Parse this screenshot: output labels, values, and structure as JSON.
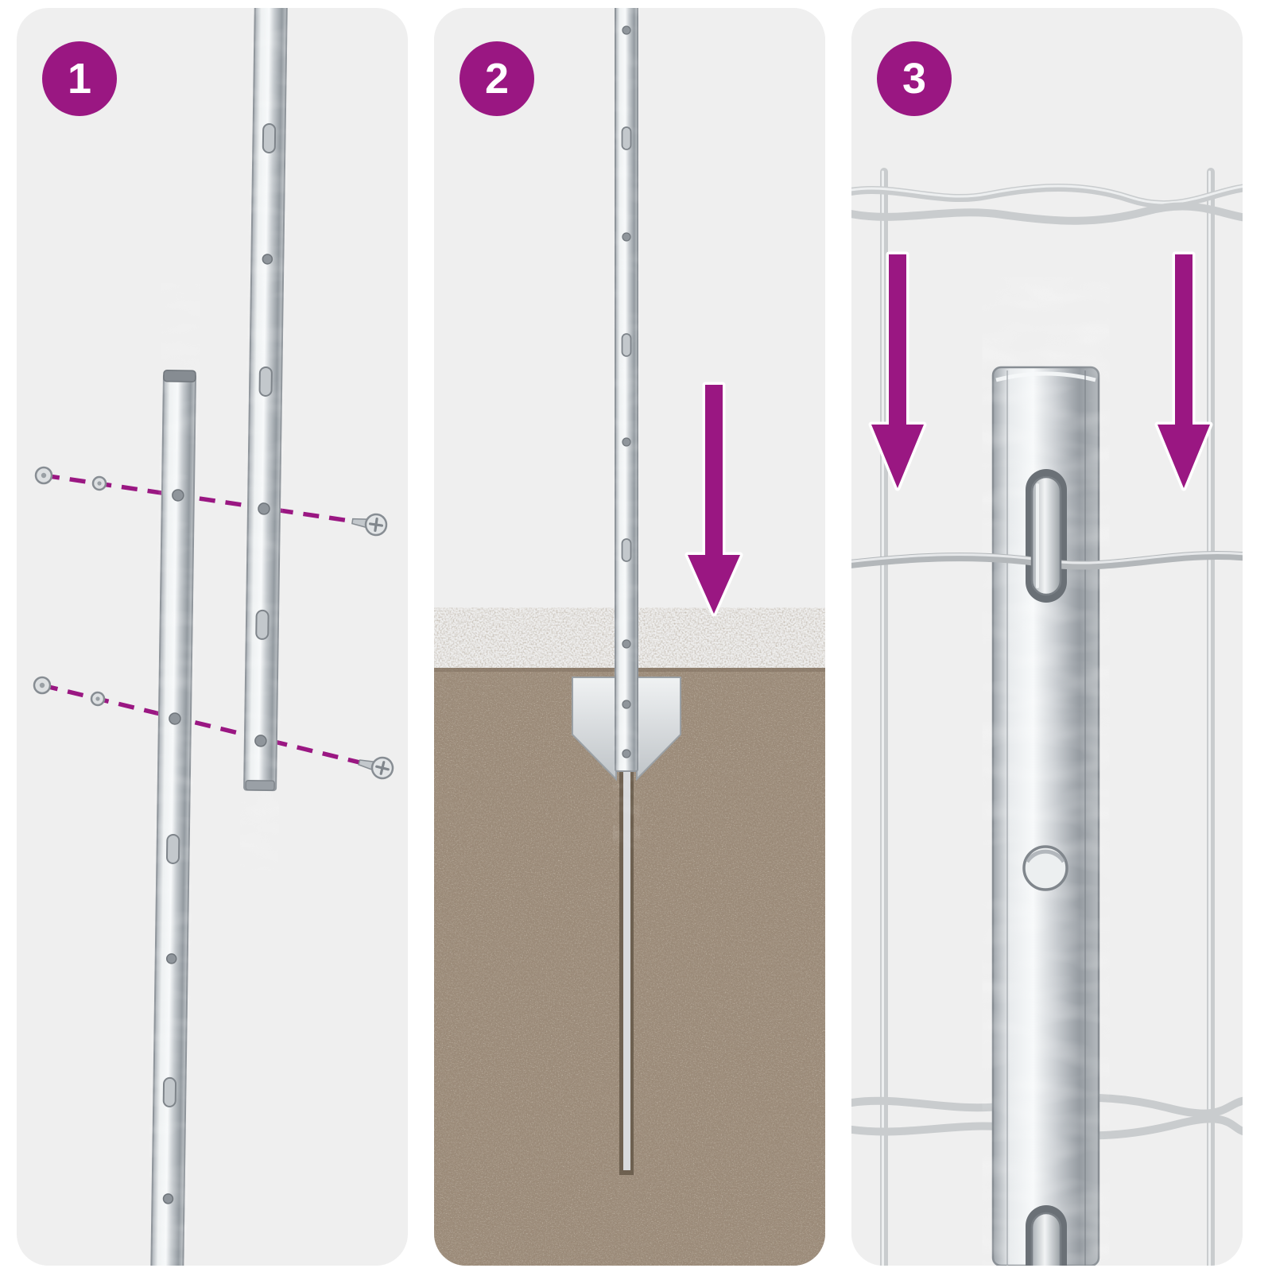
{
  "document": {
    "type": "assembly-instruction-diagram",
    "subject": "metal-fence-post-installation"
  },
  "steps": [
    {
      "number": "1",
      "illustration": "bolt-two-post-sections-together-with-screws"
    },
    {
      "number": "2",
      "illustration": "drive-post-with-anchor-plate-into-ground"
    },
    {
      "number": "3",
      "illustration": "hook-wire-mesh-fence-onto-post-tabs"
    }
  ],
  "icons": [
    "screw-icon",
    "dashed-alignment-line",
    "down-arrow-icon",
    "ground-anchor-plate",
    "hook-tab",
    "wire-mesh"
  ],
  "colors": {
    "page_bg": "#ffffff",
    "panel_bg": "#efefef",
    "accent": "#9a1782",
    "soil": "#9a8977",
    "metal_light": "#f3f5f6",
    "metal_mid": "#c6cbcf",
    "metal_dark": "#939aa0",
    "wire": "#c9ccce"
  }
}
